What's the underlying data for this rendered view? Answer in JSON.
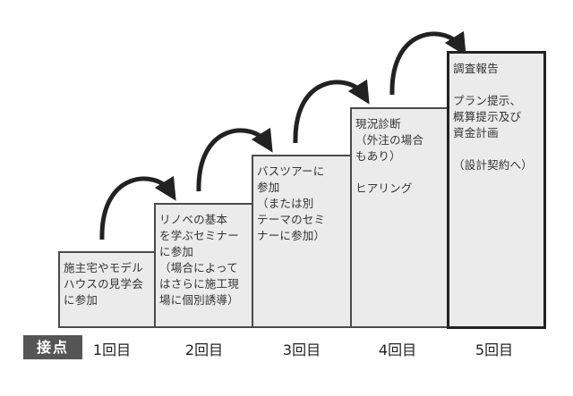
{
  "touchpoint_label": "接点",
  "steps": [
    {
      "label": "1回目",
      "text": "施主宅やモデル\nハウスの見学会\nに参加"
    },
    {
      "label": "2回目",
      "text": "リノベの基本\nを学ぶセミナー\nに参加\n（場合によって\nはさらに施工現\n場に個別誘導）"
    },
    {
      "label": "3回目",
      "text": "バスツアーに\n参加\n（または別\nテーマのセミ\nナーに参加）"
    },
    {
      "label": "4回目",
      "text": "現況診断\n（外注の場合\nもあり）\n\nヒアリング"
    },
    {
      "label": "5回目",
      "text": "調査報告\n\nプラン提示、\n概算提示及び\n資金計画\n\n（設計契約へ）"
    }
  ]
}
